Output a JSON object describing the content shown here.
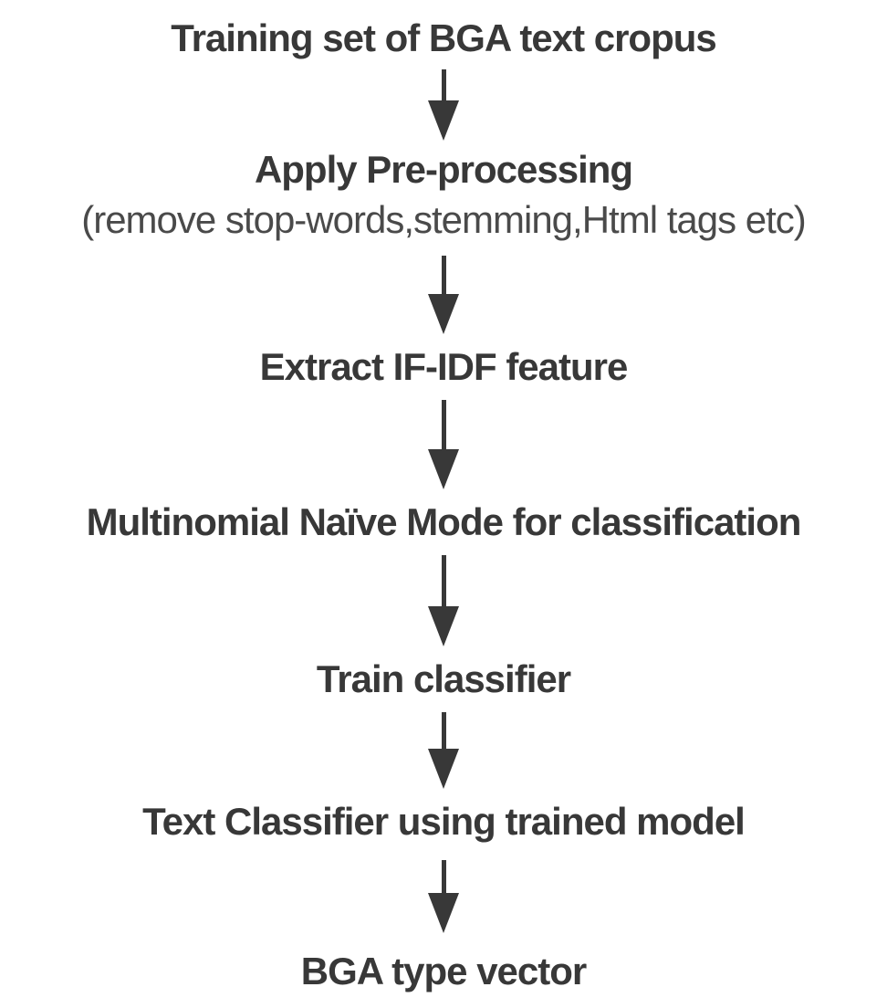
{
  "diagram": {
    "type": "flowchart",
    "direction": "top-down",
    "background_color": "#ffffff",
    "text_color": "#383838",
    "arrow_color": "#383838",
    "nodes": [
      {
        "label": "Training set of BGA text cropus"
      },
      {
        "label": "Apply Pre-processing",
        "sublabel": "(remove stop-words,stemming,Html tags etc)"
      },
      {
        "label": "Extract IF-IDF feature"
      },
      {
        "label": "Multinomial Naïve Mode for classification"
      },
      {
        "label": "Train classifier"
      },
      {
        "label": "Text Classifier using trained model"
      },
      {
        "label": "BGA type vector"
      }
    ],
    "edges": [
      {
        "from": 0,
        "to": 1,
        "icon": "down-arrow-icon"
      },
      {
        "from": 1,
        "to": 2,
        "icon": "down-arrow-icon"
      },
      {
        "from": 2,
        "to": 3,
        "icon": "down-arrow-icon"
      },
      {
        "from": 3,
        "to": 4,
        "icon": "down-arrow-icon"
      },
      {
        "from": 4,
        "to": 5,
        "icon": "down-arrow-icon"
      },
      {
        "from": 5,
        "to": 6,
        "icon": "down-arrow-icon"
      }
    ]
  }
}
